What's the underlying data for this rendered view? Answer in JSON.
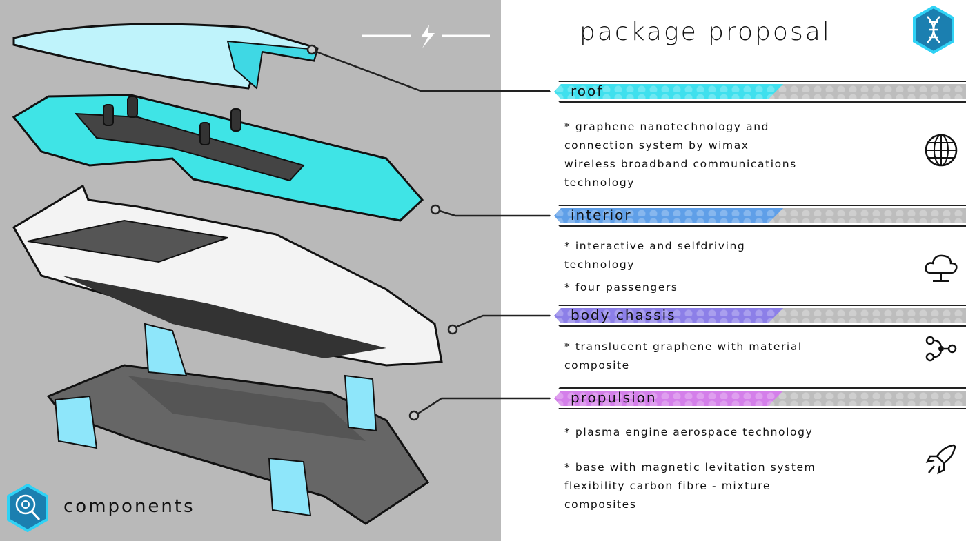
{
  "header": {
    "title": "package proposal",
    "logo_icon": "dna-icon"
  },
  "footer": {
    "label": "components",
    "logo_icon": "gear-search-icon"
  },
  "colors": {
    "roof": "#3fe0ee",
    "interior": "#5f9fe8",
    "body_chassis": "#8c7fe8",
    "propulsion": "#d47fea",
    "panel": "#b9b9b9"
  },
  "sections": [
    {
      "label": "roof",
      "fill_fraction": 0.55,
      "lines": [
        "* graphene nanotechnology and",
        "connection system by wimax",
        "wireless broadband communications",
        "technology"
      ],
      "icon": "globe-icon"
    },
    {
      "label": "interior",
      "fill_fraction": 0.55,
      "lines": [
        "* interactive and selfdriving",
        "technology",
        "* four passengers"
      ],
      "icon": "cloud-network-icon"
    },
    {
      "label": "body chassis",
      "fill_fraction": 0.55,
      "lines": [
        "* translucent graphene with material",
        "composite"
      ],
      "icon": "circuit-nodes-icon"
    },
    {
      "label": "propulsion",
      "fill_fraction": 0.55,
      "lines": [
        "* plasma engine aerospace technology",
        "* base with magnetic levitation system",
        "flexibility carbon fibre - mixture",
        "composites"
      ],
      "icon": "rocket-icon"
    }
  ]
}
